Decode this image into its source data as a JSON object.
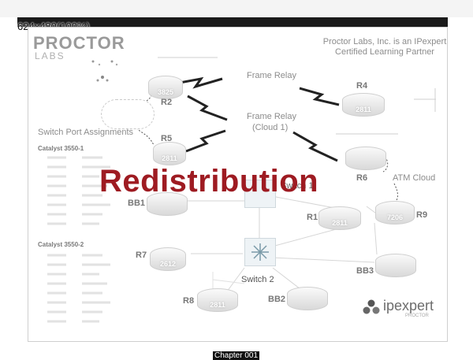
{
  "viewer": {
    "size_label": "624x480(100%)",
    "footer_label": "Chapter 001"
  },
  "slide": {
    "brand": "PROCTOR",
    "brand_sub": "LABS",
    "partner_text": "Proctor Labs, Inc. is an IPexpert Certified Learning Partner",
    "title": "Redistribution",
    "switch_ports_title": "Switch Port Assignments",
    "catalyst_1": "Catalyst 3550-1",
    "catalyst_2": "Catalyst 3550-2",
    "frame_relay_1": "Frame Relay",
    "frame_relay_2": "Frame Relay",
    "frame_relay_cloud": "(Cloud 1)",
    "atm_cloud": "ATM Cloud",
    "switch1": "Switch 1",
    "switch2": "Switch 2",
    "routers": {
      "r2": "R2",
      "r2_model": "3825",
      "r4": "R4",
      "r4_model": "2811",
      "r5": "R5",
      "r5_model": "2811",
      "r6": "R6",
      "r1": "R1",
      "r1_model": "2811",
      "r9": "R9",
      "r9_model": "7206",
      "r7": "R7",
      "r7_model": "2612",
      "r8": "R8",
      "r8_model": "2811",
      "bb1": "BB1",
      "bb2": "BB2",
      "bb3": "BB3"
    },
    "logo_text": "ipexpert",
    "logo_sub": "PROCTOR"
  }
}
